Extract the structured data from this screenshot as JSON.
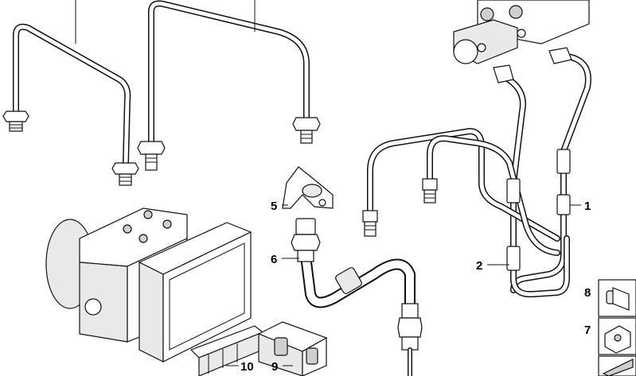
{
  "diagram": {
    "callouts": [
      {
        "id": "1",
        "label": "1"
      },
      {
        "id": "2",
        "label": "2"
      },
      {
        "id": "5",
        "label": "5"
      },
      {
        "id": "6",
        "label": "6"
      },
      {
        "id": "7",
        "label": "7"
      },
      {
        "id": "8",
        "label": "8"
      },
      {
        "id": "9",
        "label": "9"
      },
      {
        "id": "10",
        "label": "10"
      }
    ]
  }
}
